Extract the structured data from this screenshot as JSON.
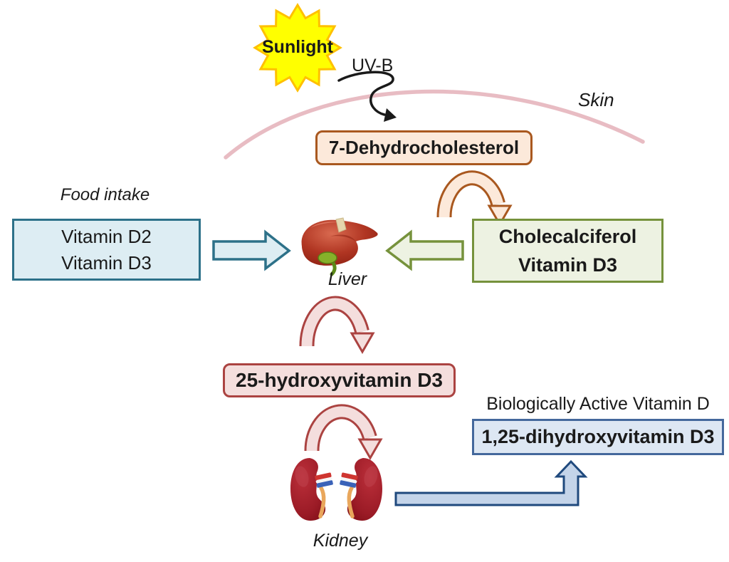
{
  "labels": {
    "sunlight": "Sunlight",
    "uvb": "UV-B",
    "skin": "Skin",
    "food_intake": "Food intake",
    "liver": "Liver",
    "kidney": "Kidney",
    "biologically_active": "Biologically Active Vitamin D"
  },
  "boxes": {
    "dehydrocholesterol": "7-Dehydrocholesterol",
    "cholecalciferol_line1": "Cholecalciferol",
    "cholecalciferol_line2": "Vitamin D3",
    "food_line1": "Vitamin D2",
    "food_line2": "Vitamin D3",
    "hydroxy25": "25-hydroxyvitamin D3",
    "dihydroxy125": "1,25-dihydroxyvitamin D3"
  },
  "icons": {
    "sunburst-icon": "12-point yellow star",
    "liver-icon": "red liver with green gallbladder",
    "kidneys-icon": "pair of dark red kidneys with vessels and ureters",
    "uvb-arrow-icon": "black s-curved arrow",
    "skin-arc-icon": "pink arc representing skin surface"
  },
  "colors": {
    "ink": "#1a1a1a",
    "sun_fill": "#ffff00",
    "sun_stroke": "#ffc000",
    "skin_line": "#e8bcc3",
    "peach_fill": "#fce9da",
    "peach_stroke": "#a9581f",
    "green_fill": "#edf2e2",
    "green_stroke": "#76923c",
    "teal_fill": "#ddedf3",
    "teal_stroke": "#2d7189",
    "pink_fill": "#f4dedd",
    "pink_stroke": "#ab4341",
    "blue_fill": "#dde7f3",
    "blue_stroke": "#44689c",
    "steel_fill": "#c4d4e9",
    "steel_stroke": "#1f497d",
    "liver_main": "#b23a24",
    "kidney_main": "#9b1b26",
    "ureter": "#e9a75c"
  }
}
